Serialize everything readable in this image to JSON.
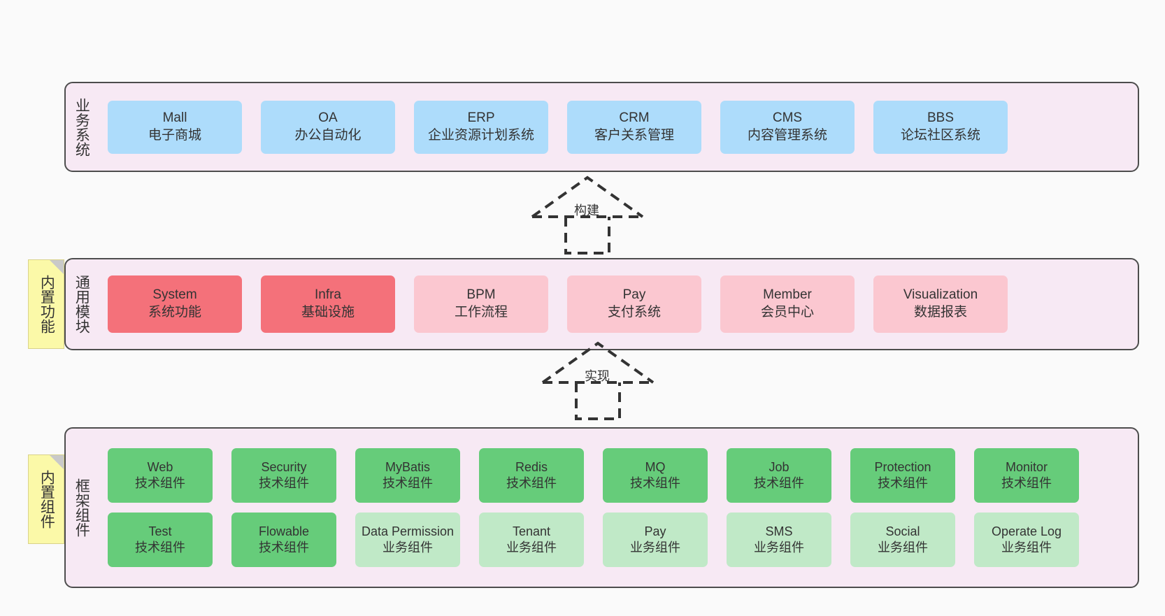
{
  "diagram": {
    "background_color": "#fafafa",
    "layer_background": "#F7E9F4",
    "layer_border": "#4d4d4d",
    "note_color": "#FBF9A8"
  },
  "notes": [
    {
      "id": "builtin-functions",
      "label": "内置功能"
    },
    {
      "id": "builtin-components",
      "label": "内置组件"
    }
  ],
  "connectors": [
    {
      "id": "build",
      "label": "构建",
      "style": "dashed-hollow-triangle"
    },
    {
      "id": "implement",
      "label": "实现",
      "style": "dashed-hollow-triangle"
    }
  ],
  "layers": [
    {
      "id": "business-systems",
      "label": "业务系统",
      "accent": "#ADDCFB",
      "rows": [
        {
          "items": [
            {
              "name": "Mall",
              "desc": "电子商城",
              "color": "blue"
            },
            {
              "name": "OA",
              "desc": "办公自动化",
              "color": "blue"
            },
            {
              "name": "ERP",
              "desc": "企业资源计划系统",
              "color": "blue"
            },
            {
              "name": "CRM",
              "desc": "客户关系管理",
              "color": "blue"
            },
            {
              "name": "CMS",
              "desc": "内容管理系统",
              "color": "blue"
            },
            {
              "name": "BBS",
              "desc": "论坛社区系统",
              "color": "blue"
            }
          ]
        }
      ]
    },
    {
      "id": "common-modules",
      "label": "通用模块",
      "accent": "#F4717A",
      "rows": [
        {
          "items": [
            {
              "name": "System",
              "desc": "系统功能",
              "color": "red"
            },
            {
              "name": "Infra",
              "desc": "基础设施",
              "color": "red"
            },
            {
              "name": "BPM",
              "desc": "工作流程",
              "color": "pink"
            },
            {
              "name": "Pay",
              "desc": "支付系统",
              "color": "pink"
            },
            {
              "name": "Member",
              "desc": "会员中心",
              "color": "pink"
            },
            {
              "name": "Visualization",
              "desc": "数据报表",
              "color": "pink"
            }
          ]
        }
      ]
    },
    {
      "id": "framework-components",
      "label": "框架组件",
      "accent": "#66CC7A",
      "rows": [
        {
          "items": [
            {
              "name": "Web",
              "desc": "技术组件",
              "color": "green"
            },
            {
              "name": "Security",
              "desc": "技术组件",
              "color": "green"
            },
            {
              "name": "MyBatis",
              "desc": "技术组件",
              "color": "green"
            },
            {
              "name": "Redis",
              "desc": "技术组件",
              "color": "green"
            },
            {
              "name": "MQ",
              "desc": "技术组件",
              "color": "green"
            },
            {
              "name": "Job",
              "desc": "技术组件",
              "color": "green"
            },
            {
              "name": "Protection",
              "desc": "技术组件",
              "color": "green"
            },
            {
              "name": "Monitor",
              "desc": "技术组件",
              "color": "green"
            }
          ]
        },
        {
          "items": [
            {
              "name": "Test",
              "desc": "技术组件",
              "color": "green"
            },
            {
              "name": "Flowable",
              "desc": "技术组件",
              "color": "green"
            },
            {
              "name": "Data Permission",
              "desc": "业务组件",
              "color": "lgreen"
            },
            {
              "name": "Tenant",
              "desc": "业务组件",
              "color": "lgreen"
            },
            {
              "name": "Pay",
              "desc": "业务组件",
              "color": "lgreen"
            },
            {
              "name": "SMS",
              "desc": "业务组件",
              "color": "lgreen"
            },
            {
              "name": "Social",
              "desc": "业务组件",
              "color": "lgreen"
            },
            {
              "name": "Operate Log",
              "desc": "业务组件",
              "color": "lgreen"
            }
          ]
        }
      ]
    }
  ]
}
